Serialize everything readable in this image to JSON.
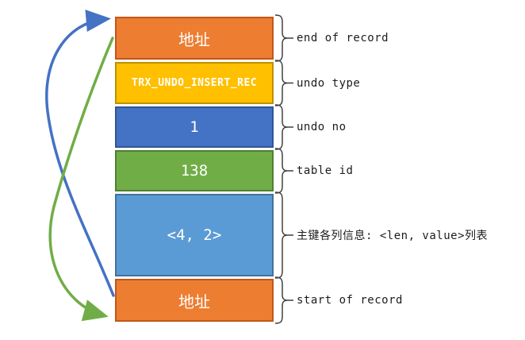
{
  "diagram": {
    "title_semantic": "insert undo record structure",
    "background": "#ffffff",
    "boxes": [
      {
        "id": "end-address",
        "label": "地址",
        "fill": "#ED7D31",
        "border": "#C0571A",
        "text_color": "#ffffff",
        "annotation": "end of record"
      },
      {
        "id": "undo-type",
        "label": "TRX_UNDO_INSERT_REC",
        "fill": "#FFC000",
        "border": "#BF9000",
        "text_color": "#ffffff",
        "annotation": "undo type"
      },
      {
        "id": "undo-no",
        "label": "1",
        "fill": "#4472C4",
        "border": "#2F5597",
        "text_color": "#ffffff",
        "annotation": "undo no"
      },
      {
        "id": "table-id",
        "label": "138",
        "fill": "#70AD47",
        "border": "#507E32",
        "text_color": "#ffffff",
        "annotation": "table id"
      },
      {
        "id": "primary-key-cols",
        "label": "<4, 2>",
        "fill": "#5B9BD5",
        "border": "#41719C",
        "text_color": "#ffffff",
        "annotation": "主键各列信息: <len, value>列表"
      },
      {
        "id": "start-address",
        "label": "地址",
        "fill": "#ED7D31",
        "border": "#C0571A",
        "text_color": "#ffffff",
        "annotation": "start of record"
      }
    ],
    "arrows": [
      {
        "id": "blue-arrow",
        "color": "#4472C4",
        "from": "start-address box left edge",
        "to": "top-left corner of end-address box"
      },
      {
        "id": "green-arrow",
        "color": "#70AD47",
        "from": "end-address box left edge",
        "to": "bottom-left corner of start-address box"
      }
    ],
    "brace_color": "#404040"
  }
}
